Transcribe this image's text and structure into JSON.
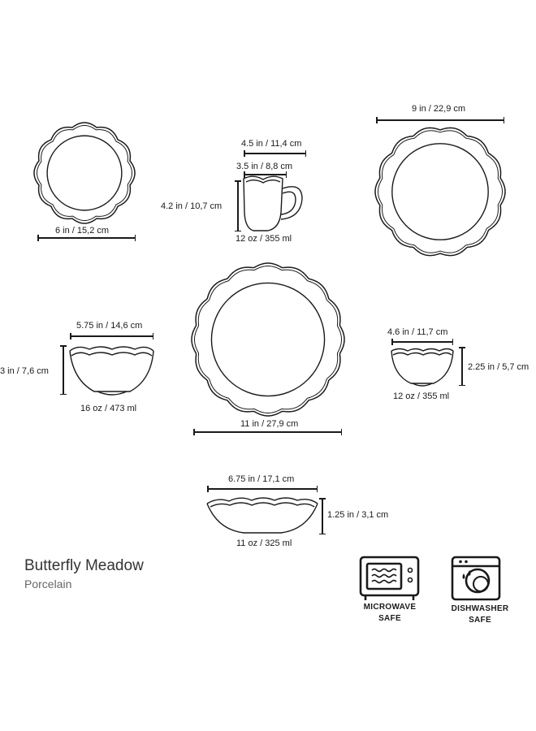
{
  "product": {
    "name": "Butterfly Meadow",
    "material": "Porcelain"
  },
  "items": {
    "salad_plate": {
      "diameter": "6 in / 15,2 cm"
    },
    "mug": {
      "top_width": "4.5 in / 11,4 cm",
      "base_width": "3.5 in / 8,8 cm",
      "height": "4.2 in / 10,7 cm",
      "capacity": "12 oz / 355 ml"
    },
    "dinner_plate_small": {
      "diameter": "9 in / 22,9 cm"
    },
    "dinner_plate": {
      "diameter": "11 in / 27,9 cm"
    },
    "soup_bowl": {
      "width": "5.75 in / 14,6 cm",
      "height": "3 in / 7,6 cm",
      "capacity": "16 oz / 473 ml"
    },
    "fruit_bowl": {
      "width": "4.6 in / 11,7 cm",
      "height": "2.25 in / 5,7 cm",
      "capacity": "12 oz / 355 ml"
    },
    "serving_bowl": {
      "width": "6.75 in / 17,1 cm",
      "height": "1.25 in / 3,1 cm",
      "capacity": "11 oz / 325 ml"
    }
  },
  "badges": {
    "microwave": {
      "line1": "MICROWAVE",
      "line2": "SAFE",
      "icon": "microwave-icon"
    },
    "dishwasher": {
      "line1": "DISHWASHER",
      "line2": "SAFE",
      "icon": "dishwasher-icon"
    }
  }
}
